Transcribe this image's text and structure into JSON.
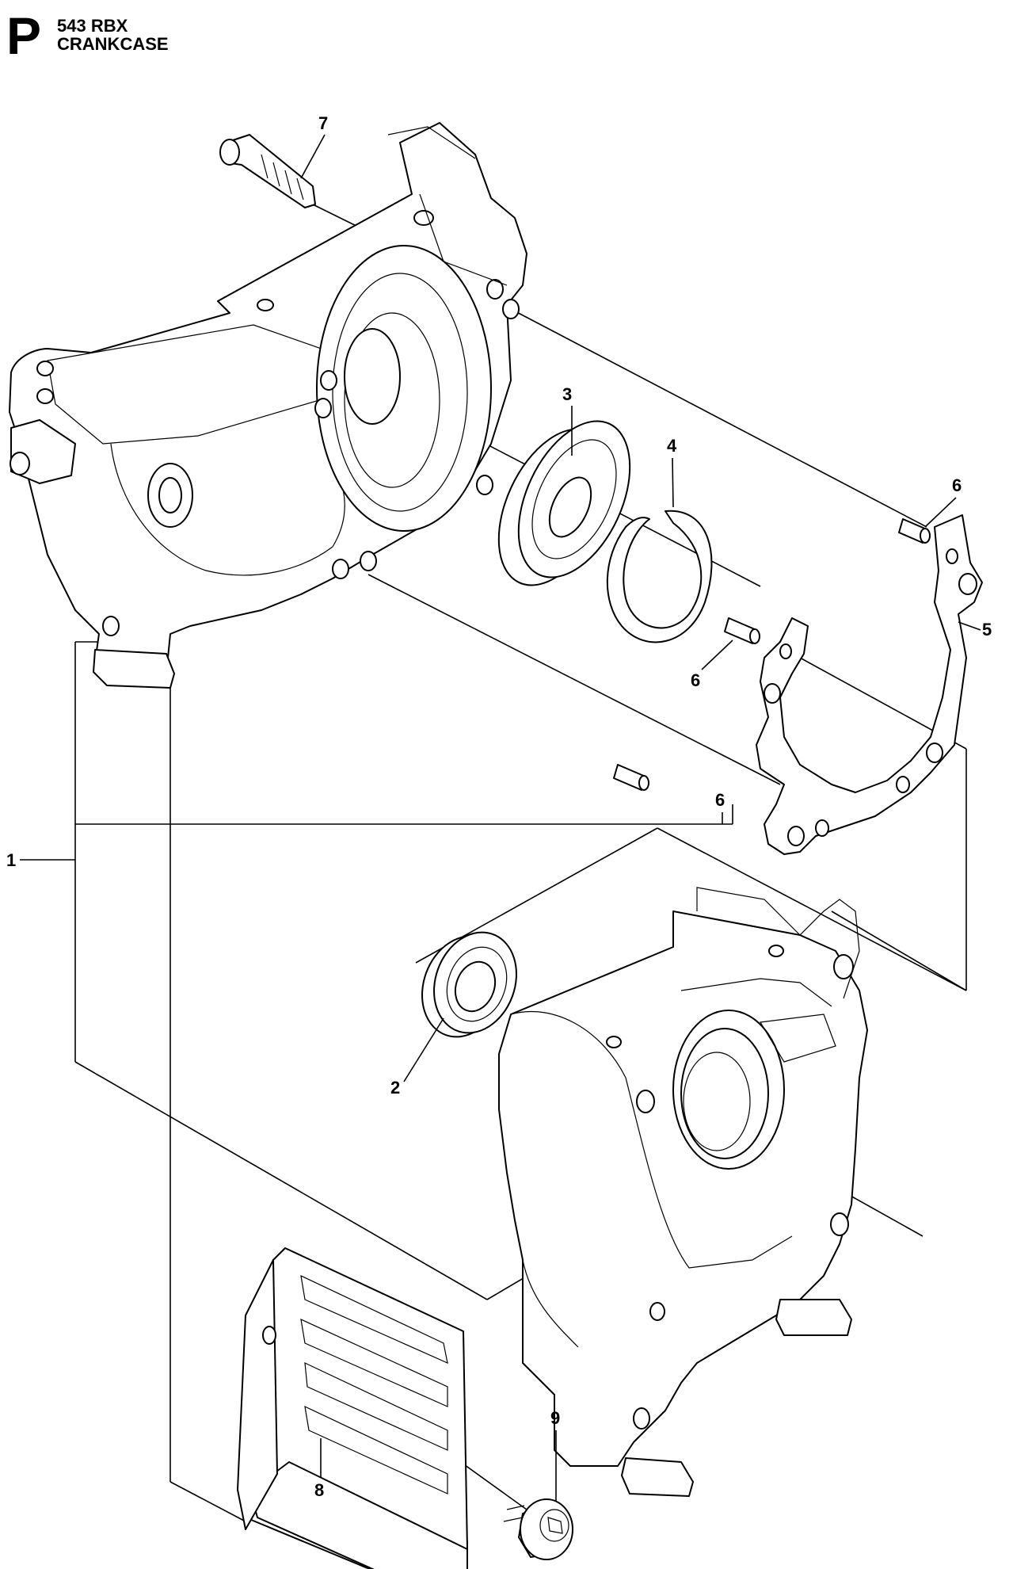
{
  "header": {
    "section_letter": "P",
    "model": "543 RBX",
    "title": "CRANKCASE"
  },
  "callouts": [
    {
      "id": "c1",
      "number": "1"
    },
    {
      "id": "c2",
      "number": "2"
    },
    {
      "id": "c3",
      "number": "3"
    },
    {
      "id": "c4",
      "number": "4"
    },
    {
      "id": "c5",
      "number": "5"
    },
    {
      "id": "c6a",
      "number": "6"
    },
    {
      "id": "c6b",
      "number": "6"
    },
    {
      "id": "c6c",
      "number": "6"
    },
    {
      "id": "c7",
      "number": "7"
    },
    {
      "id": "c8",
      "number": "8"
    },
    {
      "id": "c9",
      "number": "9"
    }
  ]
}
